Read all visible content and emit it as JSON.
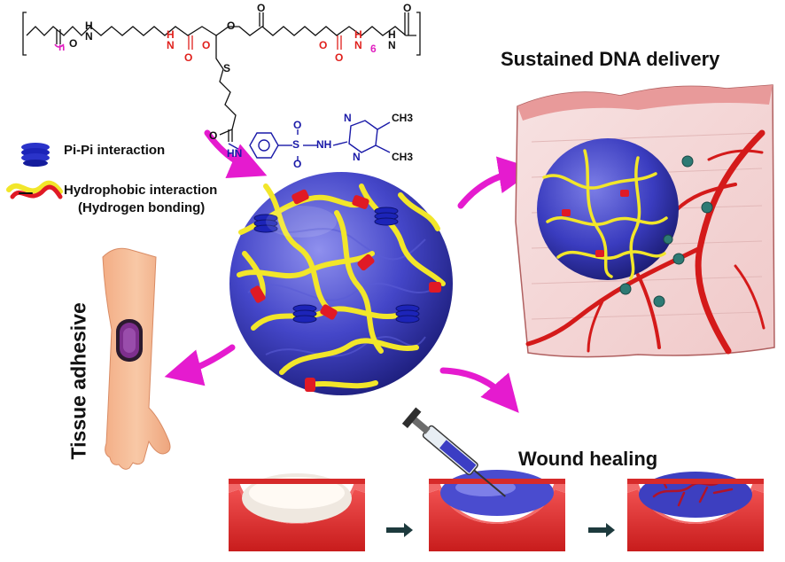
{
  "labels": {
    "sustained_delivery": "Sustained DNA delivery",
    "wound_healing": "Wound healing",
    "tissue_adhesive": "Tissue adhesive"
  },
  "legend": {
    "pi_pi": "Pi-Pi interaction",
    "hydrophobic": "Hydrophobic interaction",
    "hydrogen_bonding": "(Hydrogen bonding)"
  },
  "chemistry": {
    "repeat_n": "n",
    "repeat_6": "6",
    "atom_o": "O",
    "atom_h": "H",
    "atom_n": "N",
    "atom_s": "S",
    "atom_hn": "HN",
    "atom_nh": "NH",
    "atom_hn_sulfonamide": "H",
    "atom_sulfonyl": "S",
    "methyl_1": "CH3",
    "methyl_2": "CH3"
  },
  "colors": {
    "pink_arrow": "#e51bcf",
    "hydrogel_blue": "#3d3fc0",
    "chain_yellow": "#f2e62a",
    "crosslink_red": "#e01a25",
    "tissue_red": "#e03232",
    "skin": "#f5b995",
    "patch_purple": "#7e2f8e",
    "pi_blue": "#1c24b8"
  },
  "icons": [
    "pi-stack-icon",
    "hydrophobic-strand-icon",
    "syringe-icon",
    "arm-icon",
    "dna-particle-icon",
    "blood-vessel-icon"
  ]
}
